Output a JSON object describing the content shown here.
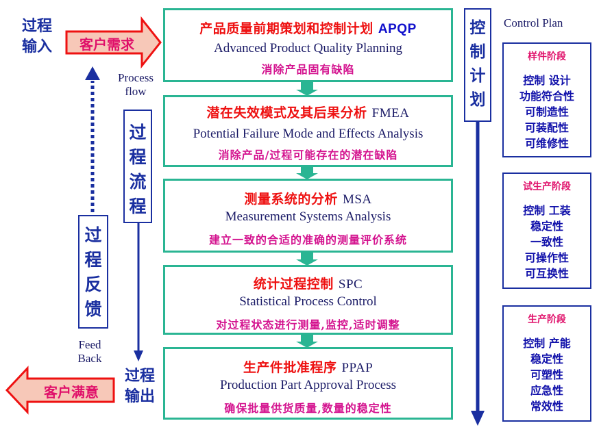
{
  "left": {
    "process_input": "过程输入",
    "customer_need": "客户需求",
    "process_flow_en": "Process flow",
    "process_flow_zh": "过程流程",
    "process_feedback": "过程反馈",
    "feedback_en": "Feed Back",
    "process_output": "过程输出",
    "customer_satisfaction": "客户满意"
  },
  "steps": [
    {
      "zh": "产品质量前期策划和控制计划",
      "abbr": "APQP",
      "en": "Advanced Product Quality Planning",
      "goal": "消除产品固有缺陷"
    },
    {
      "zh": "潜在失效模式及其后果分析",
      "abbr": "FMEA",
      "en": "Potential Failure Mode and Effects Analysis",
      "goal": "消除产品/过程可能存在的潜在缺陷"
    },
    {
      "zh": "测量系统的分析",
      "abbr": "MSA",
      "en": "Measurement Systems Analysis",
      "goal": "建立一致的合适的准确的测量评价系统"
    },
    {
      "zh": "统计过程控制",
      "abbr": "SPC",
      "en": "Statistical Process Control",
      "goal": "对过程状态进行测量,监控,适时调整"
    },
    {
      "zh": "生产件批准程序",
      "abbr": "PPAP",
      "en": "Production Part Approval Process",
      "goal": "确保批量供货质量,数量的稳定性"
    }
  ],
  "control_plan": {
    "vertical_label": "控制计划",
    "title_en": "Control Plan",
    "phases": [
      {
        "name": "样件阶段",
        "items": [
          "控制 设计",
          "功能符合性",
          "可制造性",
          "可装配性",
          "可维修性"
        ]
      },
      {
        "name": "试生产阶段",
        "items": [
          "控制 工装",
          "稳定性",
          "一致性",
          "可操作性",
          "可互换性"
        ]
      },
      {
        "name": "生产阶段",
        "items": [
          "控制 产能",
          "稳定性",
          "可塑性",
          "应急性",
          "常效性"
        ]
      }
    ]
  },
  "colors": {
    "box_border": "#2ab593",
    "connector": "#2ab593",
    "navy": "#1a2fa0",
    "red_arrow_fill": "#f7c8b8",
    "red_arrow_border": "#ee1111"
  }
}
